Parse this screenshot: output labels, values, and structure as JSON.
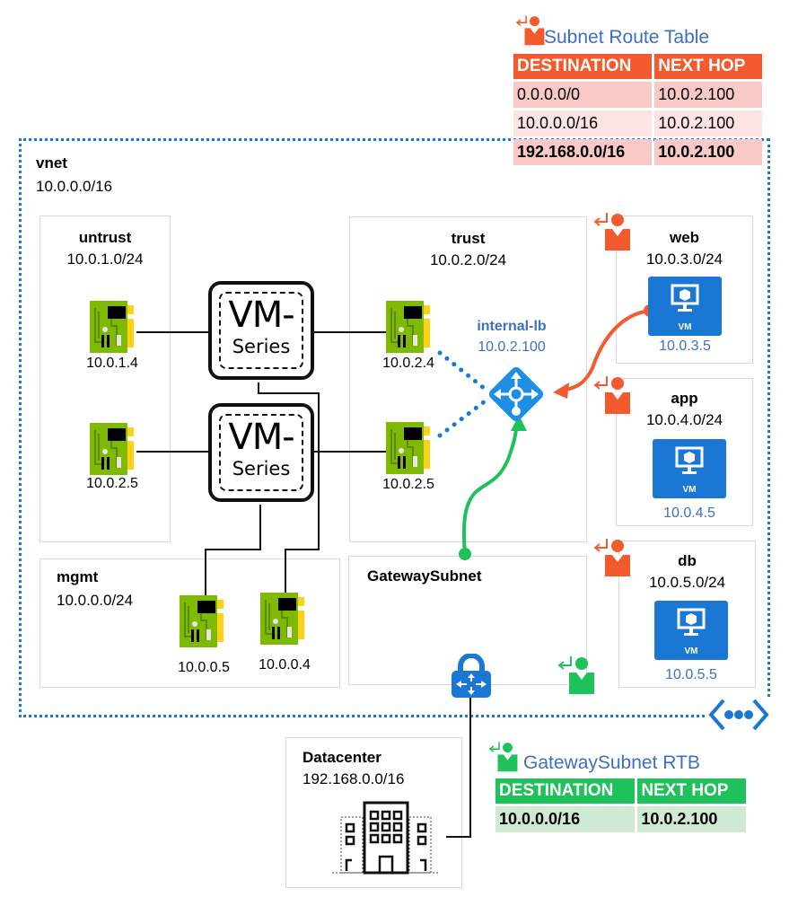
{
  "colors": {
    "vnet_border": "#1a78d4",
    "route_red": "#f35a2e",
    "route_green": "#1fc15b",
    "azure_blue": "#1a78d4",
    "label_blue": "#3d6fc4"
  },
  "vnet": {
    "name": "vnet",
    "cidr": "10.0.0.0/16",
    "peering_icon": "vnet-peering-icon"
  },
  "subnets": {
    "untrust": {
      "name": "untrust",
      "cidr": "10.0.1.0/24",
      "nics": [
        "10.0.1.4",
        "10.0.2.5"
      ]
    },
    "trust": {
      "name": "trust",
      "cidr": "10.0.2.0/24",
      "nics": [
        "10.0.2.4",
        "10.0.2.5"
      ]
    },
    "mgmt": {
      "name": "mgmt",
      "cidr": "10.0.0.0/24",
      "nics": [
        "10.0.0.5",
        "10.0.0.4"
      ]
    },
    "gateway": {
      "name": "GatewaySubnet",
      "icon": "vpn-gateway-icon"
    },
    "web": {
      "name": "web",
      "cidr": "10.0.3.0/24",
      "vm_ip": "10.0.3.5",
      "vm_label": "VM"
    },
    "app": {
      "name": "app",
      "cidr": "10.0.4.0/24",
      "vm_ip": "10.0.4.5",
      "vm_label": "VM"
    },
    "db": {
      "name": "db",
      "cidr": "10.0.5.0/24",
      "vm_ip": "10.0.5.5",
      "vm_label": "VM"
    }
  },
  "firewalls": [
    {
      "big": "VM-",
      "small": "Series"
    },
    {
      "big": "VM-",
      "small": "Series"
    }
  ],
  "load_balancer": {
    "name": "internal-lb",
    "ip": "10.0.2.100"
  },
  "datacenter": {
    "name": "Datacenter",
    "cidr": "192.168.0.0/16"
  },
  "subnet_route_table": {
    "title": "Subnet Route Table",
    "headers": [
      "DESTINATION",
      "NEXT HOP"
    ],
    "rows": [
      [
        "0.0.0.0/0",
        "10.0.2.100"
      ],
      [
        "10.0.0.0/16",
        "10.0.2.100"
      ],
      [
        "192.168.0.0/16",
        "10.0.2.100"
      ]
    ]
  },
  "gateway_route_table": {
    "title": "GatewaySubnet RTB",
    "headers": [
      "DESTINATION",
      "NEXT HOP"
    ],
    "rows": [
      [
        "10.0.0.0/16",
        "10.0.2.100"
      ]
    ]
  }
}
